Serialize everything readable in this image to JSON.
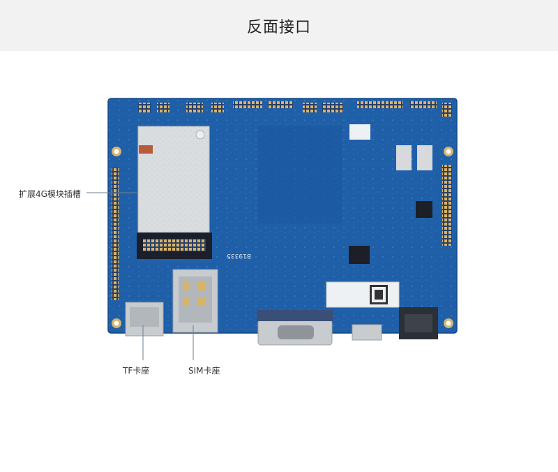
{
  "page": {
    "title": "反面接口"
  },
  "callouts": {
    "slot_4g": "扩展4G模块插槽",
    "tf_slot": "TF卡座",
    "sim_slot": "SIM卡座"
  },
  "board": {
    "silkscreen_code": "B19335",
    "colors": {
      "pcb": "#1f5fa8",
      "pcb_dark": "#174a86",
      "gold": "#d8b46a",
      "module": "#d9dde0",
      "metal": "#c9cccf",
      "connector_blue": "#3a4f78",
      "header_bg": "#f2f2f2"
    }
  }
}
